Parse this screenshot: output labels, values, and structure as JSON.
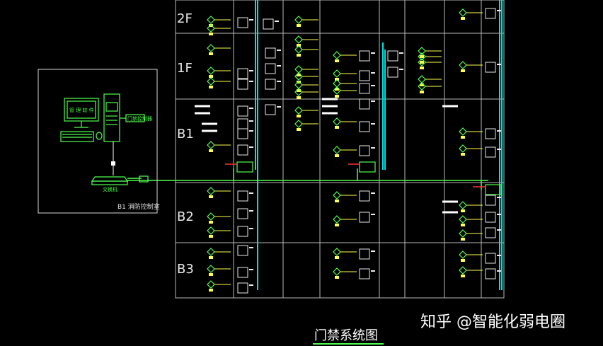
{
  "floors": [
    "2F",
    "1F",
    "B1",
    "B2",
    "B3"
  ],
  "control_room_label": "B1 消防控制室",
  "monitor_screen_text": "管 理 软 件",
  "controller_label": "门禁控制器",
  "switch_label": "交换机",
  "diagram_title": "门禁系统图",
  "watermark": "知乎 @智能化弱电圈",
  "colors": {
    "background": "#000000",
    "grid": "#b8b8b8",
    "bus": "#00e0e0",
    "cable": "#ffff50",
    "device": "#50ff50",
    "alarm": "#ff3030"
  }
}
